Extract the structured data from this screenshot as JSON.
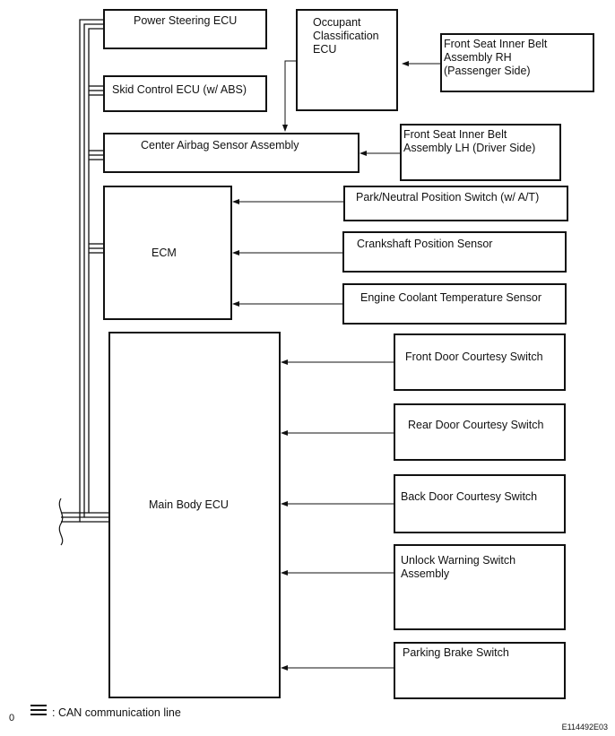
{
  "boxes": {
    "power_steering": "Power Steering ECU",
    "skid_control": "Skid Control ECU (w/ ABS)",
    "center_airbag": "Center Airbag Sensor Assembly",
    "ecm": "ECM",
    "main_body": "Main Body ECU",
    "occupant": "Occupant\nClassification\nECU",
    "belt_rh": "Front Seat Inner Belt\nAssembly RH\n(Passenger Side)",
    "belt_lh": "Front Seat Inner Belt\nAssembly LH (Driver Side)",
    "park_neutral": "Park/Neutral Position Switch (w/ A/T)",
    "crankshaft": "Crankshaft Position Sensor",
    "coolant": "Engine Coolant Temperature Sensor",
    "front_door": "Front Door Courtesy Switch",
    "rear_door": "Rear Door Courtesy Switch",
    "back_door": "Back Door Courtesy Switch",
    "unlock_warning": "Unlock Warning Switch\nAssembly",
    "parking_brake": "Parking Brake Switch"
  },
  "legend": {
    "zero": "0",
    "text": ": CAN communication line"
  },
  "figure_code": "E114492E03"
}
